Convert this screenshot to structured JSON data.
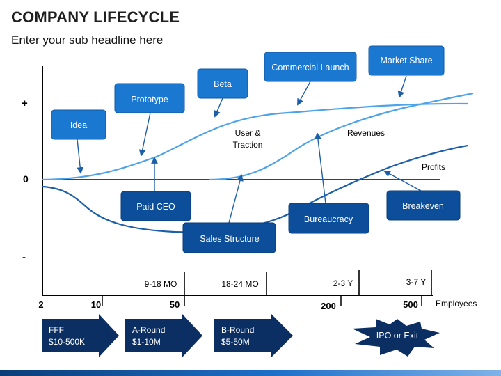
{
  "header": {
    "title": "COMPANY LIFECYCLE",
    "subtitle": "Enter your sub headline here"
  },
  "axis": {
    "y_labels": {
      "plus": "+",
      "zero": "0",
      "minus": "-"
    },
    "x_ticks": [
      "2",
      "10",
      "50",
      "200",
      "500"
    ],
    "x_title": "Employees",
    "time_labels": [
      "9-18 MO",
      "18-24 MO",
      "2-3 Y",
      "3-7 Y"
    ]
  },
  "curves": {
    "revenues_label": "Revenues",
    "profits_label": "Profits",
    "user_traction_label_1": "User &",
    "user_traction_label_2": "Traction"
  },
  "callouts": {
    "idea": "Idea",
    "prototype": "Prototype",
    "beta": "Beta",
    "commercial_launch": "Commercial Launch",
    "market_share": "Market Share",
    "paid_ceo": "Paid CEO",
    "sales_structure": "Sales Structure",
    "bureaucracy": "Bureaucracy",
    "breakeven": "Breakeven"
  },
  "funding": [
    {
      "line1": "FFF",
      "line2": "$10-500K"
    },
    {
      "line1": "A-Round",
      "line2": "$1-10M"
    },
    {
      "line1": "B-Round",
      "line2": "$5-50M"
    }
  ],
  "exit": {
    "label": "IPO or Exit"
  },
  "colors": {
    "callout_light": "#1b78d0",
    "callout_dark": "#0c4e9a",
    "curve_light": "#4da3ea",
    "curve_dark": "#1c5fa8",
    "arrow_dark": "#0b2f63"
  }
}
